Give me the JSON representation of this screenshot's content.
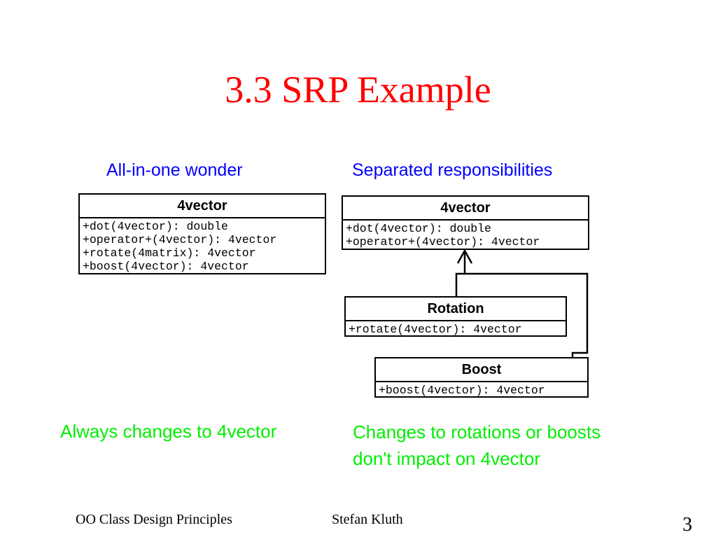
{
  "title": "3.3 SRP Example",
  "left": {
    "heading": "All-in-one wonder",
    "class": {
      "name": "4vector",
      "operations": [
        "+dot(4vector): double",
        "+operator+(4vector): 4vector",
        "+rotate(4matrix): 4vector",
        "+boost(4vector): 4vector"
      ]
    },
    "note": "Always changes to 4vector"
  },
  "right": {
    "heading": "Separated responsibilities",
    "base_class": {
      "name": "4vector",
      "operations": [
        "+dot(4vector): double",
        "+operator+(4vector): 4vector"
      ]
    },
    "rotation_class": {
      "name": "Rotation",
      "operations": [
        "+rotate(4vector): 4vector"
      ]
    },
    "boost_class": {
      "name": "Boost",
      "operations": [
        "+boost(4vector): 4vector"
      ]
    },
    "note_line1": "Changes to rotations or boosts",
    "note_line2": "don't impact on 4vector"
  },
  "footer": {
    "left": "OO Class Design Principles",
    "center": "Stefan Kluth",
    "page": "3"
  },
  "colors": {
    "title": "#ff0000",
    "heading": "#0000ff",
    "note": "#00ee00"
  }
}
